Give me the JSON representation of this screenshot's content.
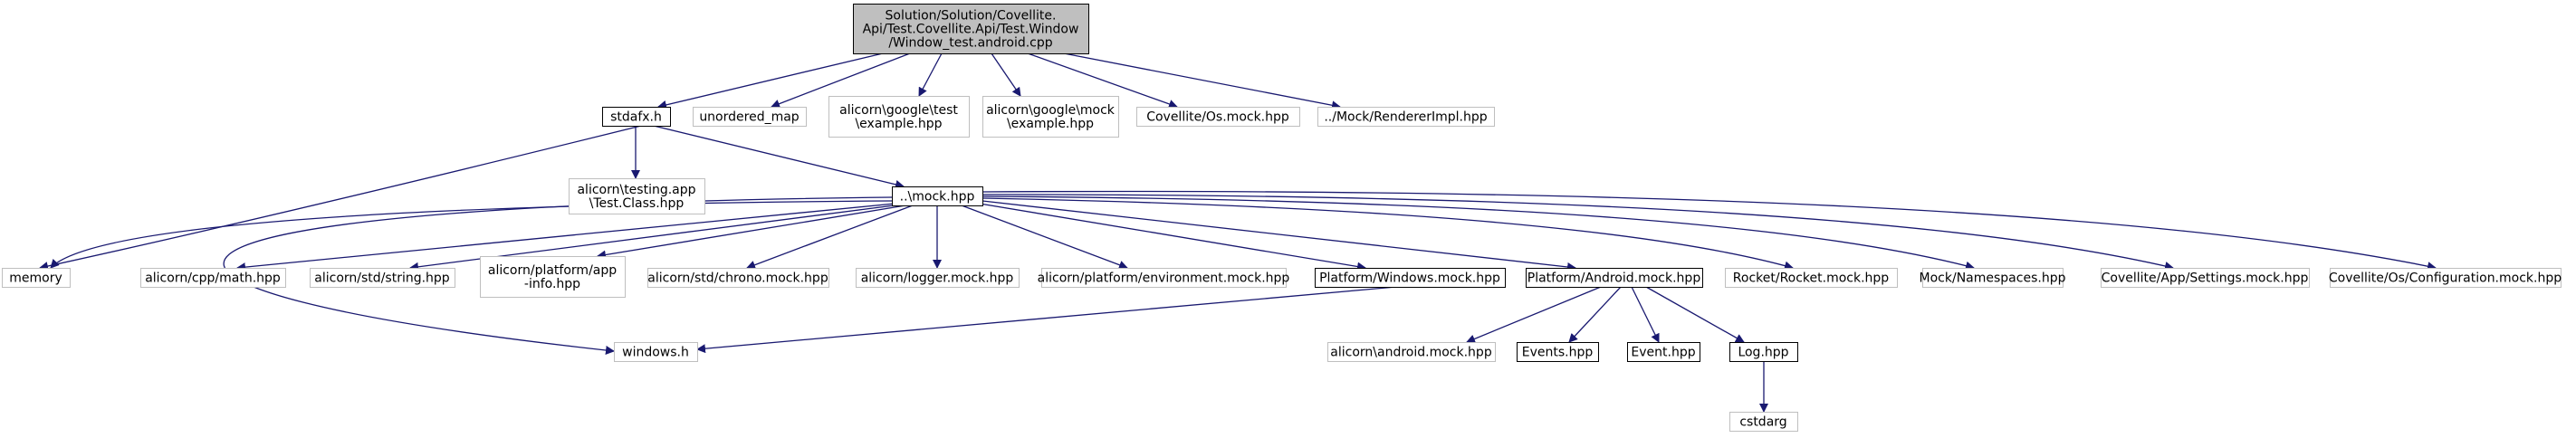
{
  "colors": {
    "edge": "#191970",
    "root_fill": "#bfbfbf",
    "root_stroke": "#000000",
    "documented_stroke": "#000000",
    "external_stroke": "#bfbfbf",
    "node_fill": "#ffffff",
    "text": "#000000"
  },
  "nodes": [
    {
      "id": "root",
      "kind": "root",
      "lines": [
        "Solution/Solution/Covellite.",
        "Api/Test.Covellite.Api/Test.Window",
        "/Window_test.android.cpp"
      ]
    },
    {
      "id": "stdafx",
      "kind": "documented",
      "lines": [
        "stdafx.h"
      ]
    },
    {
      "id": "unordered_map",
      "kind": "external",
      "lines": [
        "unordered_map"
      ]
    },
    {
      "id": "gtest_example",
      "kind": "external",
      "lines": [
        "alicorn\\google\\test",
        "\\example.hpp"
      ]
    },
    {
      "id": "gmock_example",
      "kind": "external",
      "lines": [
        "alicorn\\google\\mock",
        "\\example.hpp"
      ]
    },
    {
      "id": "os_mock",
      "kind": "external",
      "lines": [
        "Covellite/Os.mock.hpp"
      ]
    },
    {
      "id": "renderer_impl",
      "kind": "external",
      "lines": [
        "../Mock/RendererImpl.hpp"
      ]
    },
    {
      "id": "testing_app",
      "kind": "external",
      "lines": [
        "alicorn\\testing.app",
        "\\Test.Class.hpp"
      ]
    },
    {
      "id": "mock",
      "kind": "documented",
      "lines": [
        "..\\mock.hpp"
      ]
    },
    {
      "id": "memory",
      "kind": "external",
      "lines": [
        "memory"
      ]
    },
    {
      "id": "math",
      "kind": "external",
      "lines": [
        "alicorn/cpp/math.hpp"
      ]
    },
    {
      "id": "string",
      "kind": "external",
      "lines": [
        "alicorn/std/string.hpp"
      ]
    },
    {
      "id": "app_info",
      "kind": "external",
      "lines": [
        "alicorn/platform/app",
        "-info.hpp"
      ]
    },
    {
      "id": "chrono",
      "kind": "external",
      "lines": [
        "alicorn/std/chrono.mock.hpp"
      ]
    },
    {
      "id": "logger",
      "kind": "external",
      "lines": [
        "alicorn/logger.mock.hpp"
      ]
    },
    {
      "id": "environment",
      "kind": "external",
      "lines": [
        "alicorn/platform/environment.mock.hpp"
      ]
    },
    {
      "id": "win_mock",
      "kind": "documented",
      "lines": [
        "Platform/Windows.mock.hpp"
      ]
    },
    {
      "id": "android_mock",
      "kind": "documented",
      "lines": [
        "Platform/Android.mock.hpp"
      ]
    },
    {
      "id": "rocket",
      "kind": "external",
      "lines": [
        "Rocket/Rocket.mock.hpp"
      ]
    },
    {
      "id": "namespaces",
      "kind": "external",
      "lines": [
        "Mock/Namespaces.hpp"
      ]
    },
    {
      "id": "settings",
      "kind": "external",
      "lines": [
        "Covellite/App/Settings.mock.hpp"
      ]
    },
    {
      "id": "configuration",
      "kind": "external",
      "lines": [
        "Covellite/Os/Configuration.mock.hpp"
      ]
    },
    {
      "id": "windows_h",
      "kind": "external",
      "lines": [
        "windows.h"
      ]
    },
    {
      "id": "alicorn_android",
      "kind": "external",
      "lines": [
        "alicorn\\android.mock.hpp"
      ]
    },
    {
      "id": "events",
      "kind": "documented",
      "lines": [
        "Events.hpp"
      ]
    },
    {
      "id": "event",
      "kind": "documented",
      "lines": [
        "Event.hpp"
      ]
    },
    {
      "id": "log",
      "kind": "documented",
      "lines": [
        "Log.hpp"
      ]
    },
    {
      "id": "cstdarg",
      "kind": "external",
      "lines": [
        "cstdarg"
      ]
    }
  ],
  "edges": [
    {
      "from": "root",
      "to": "stdafx"
    },
    {
      "from": "root",
      "to": "unordered_map"
    },
    {
      "from": "root",
      "to": "gtest_example"
    },
    {
      "from": "root",
      "to": "gmock_example"
    },
    {
      "from": "root",
      "to": "os_mock"
    },
    {
      "from": "root",
      "to": "renderer_impl"
    },
    {
      "from": "stdafx",
      "to": "testing_app"
    },
    {
      "from": "stdafx",
      "to": "mock"
    },
    {
      "from": "stdafx",
      "to": "memory"
    },
    {
      "from": "mock",
      "to": "memory"
    },
    {
      "from": "mock",
      "to": "math"
    },
    {
      "from": "mock",
      "to": "string"
    },
    {
      "from": "mock",
      "to": "app_info"
    },
    {
      "from": "mock",
      "to": "chrono"
    },
    {
      "from": "mock",
      "to": "logger"
    },
    {
      "from": "mock",
      "to": "environment"
    },
    {
      "from": "mock",
      "to": "win_mock"
    },
    {
      "from": "mock",
      "to": "android_mock"
    },
    {
      "from": "mock",
      "to": "rocket"
    },
    {
      "from": "mock",
      "to": "namespaces"
    },
    {
      "from": "mock",
      "to": "settings"
    },
    {
      "from": "mock",
      "to": "configuration"
    },
    {
      "from": "mock",
      "to": "windows_h"
    },
    {
      "from": "win_mock",
      "to": "windows_h"
    },
    {
      "from": "android_mock",
      "to": "alicorn_android"
    },
    {
      "from": "android_mock",
      "to": "events"
    },
    {
      "from": "android_mock",
      "to": "event"
    },
    {
      "from": "android_mock",
      "to": "log"
    },
    {
      "from": "log",
      "to": "cstdarg"
    }
  ]
}
